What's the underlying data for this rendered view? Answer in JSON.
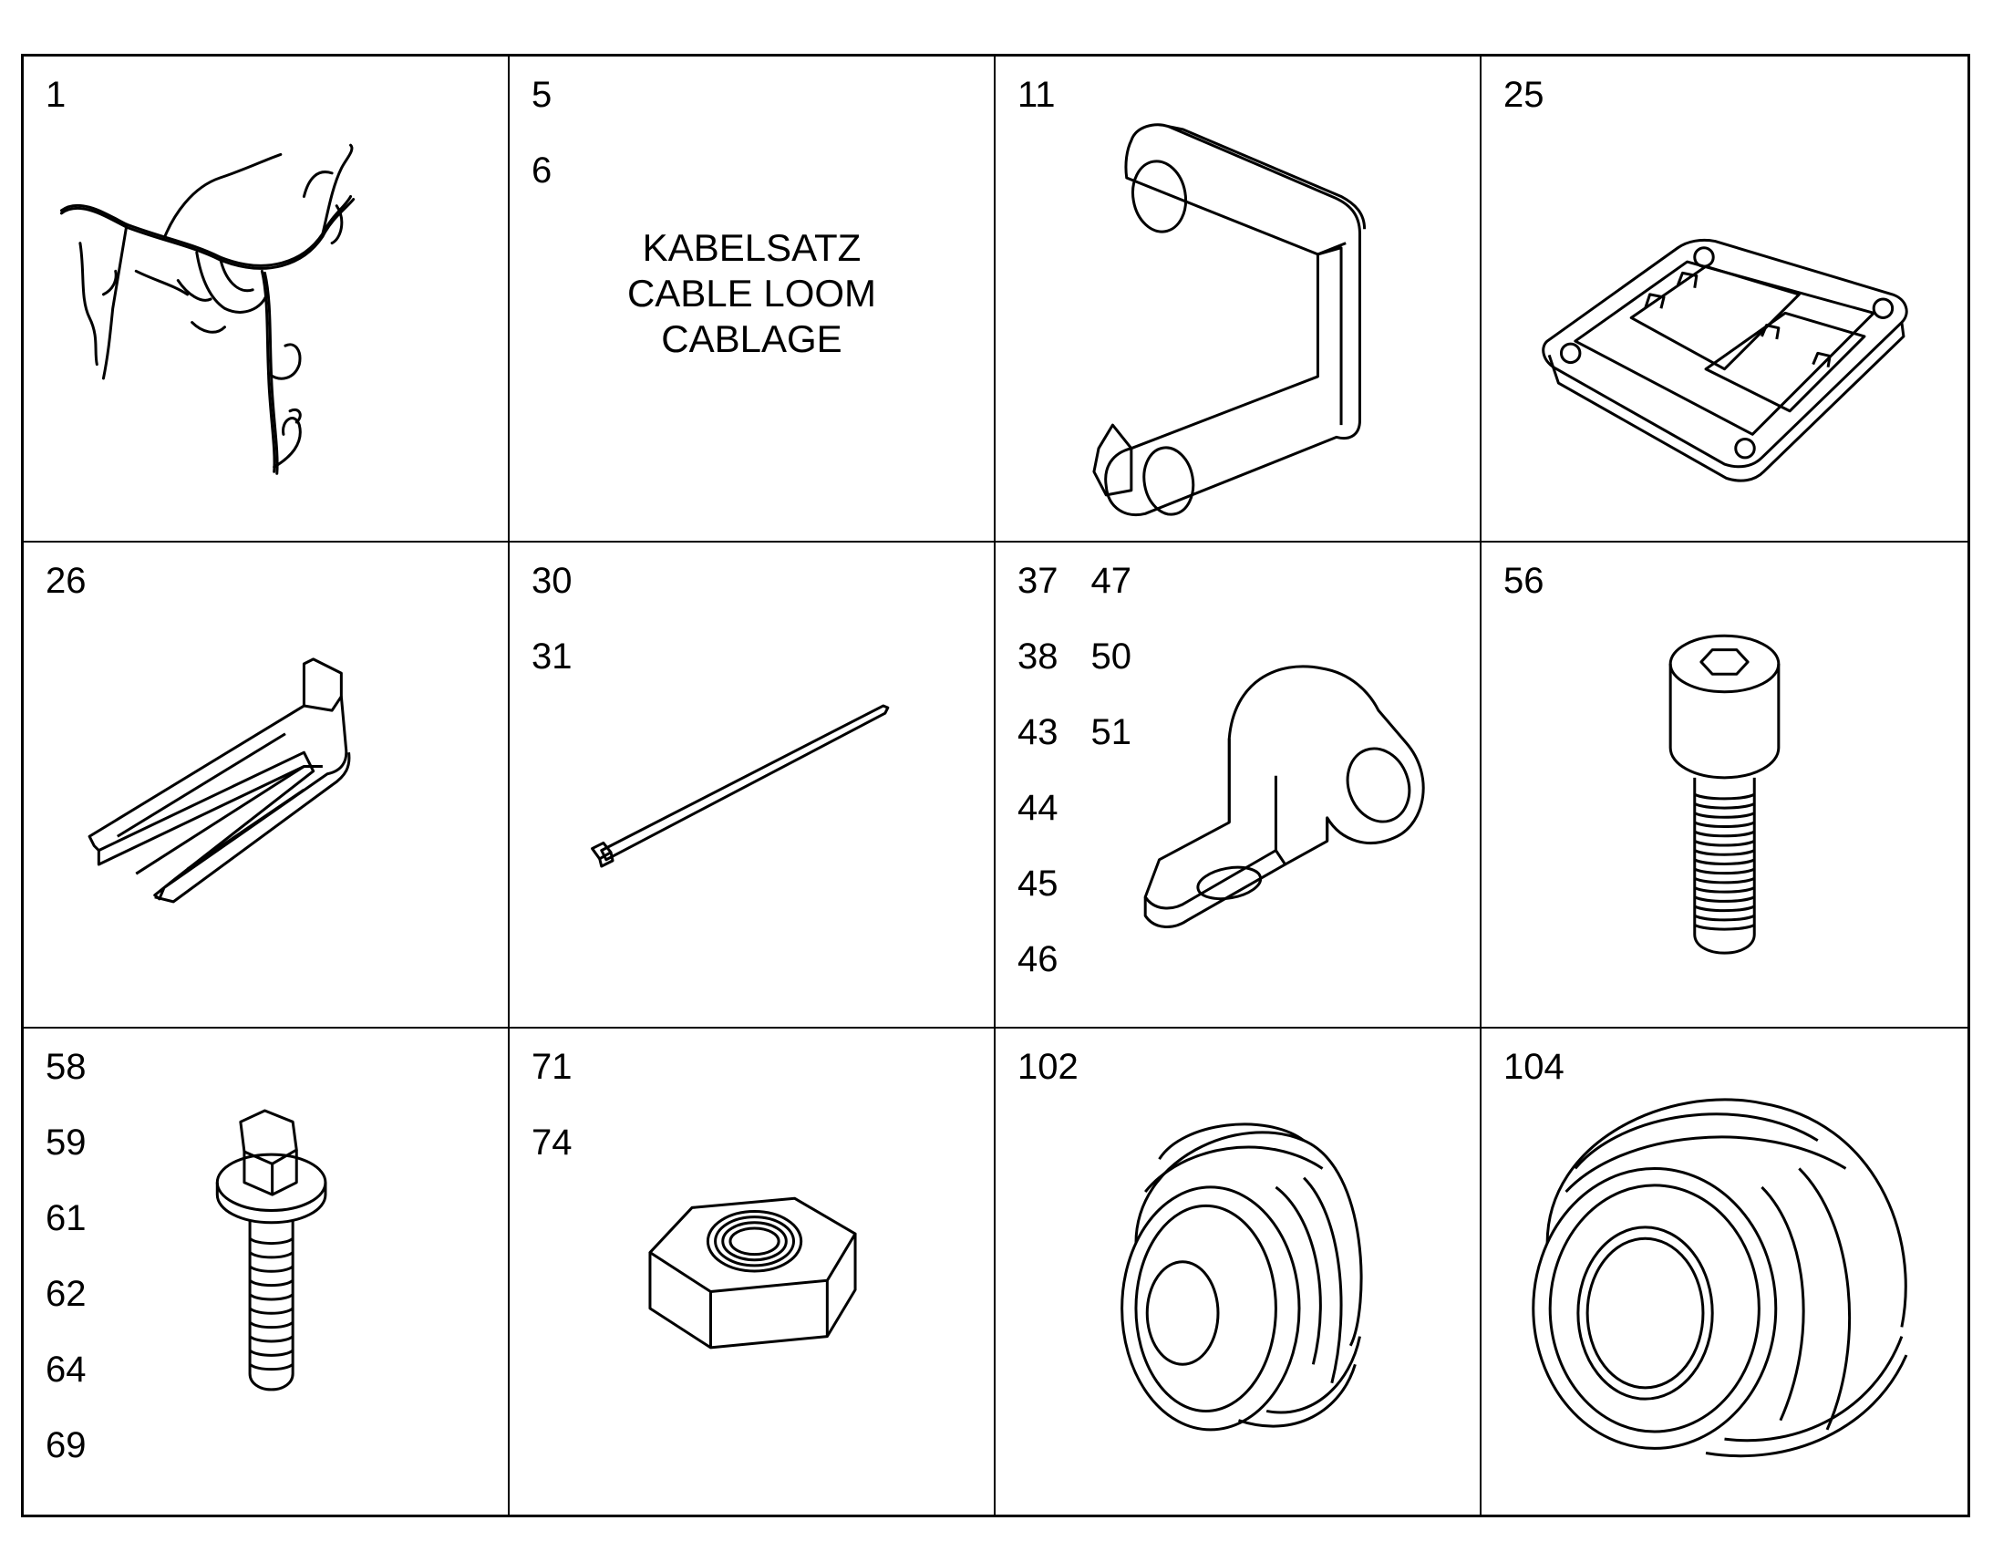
{
  "cells": [
    {
      "id": "c1",
      "labels": [
        "1"
      ],
      "part": "cable-harness"
    },
    {
      "id": "c2",
      "labels": [
        "5",
        "6"
      ],
      "part": "text-only",
      "text": [
        "KABELSATZ",
        "CABLE LOOM",
        "CABLAGE"
      ]
    },
    {
      "id": "c3",
      "labels": [
        "11"
      ],
      "part": "bracket"
    },
    {
      "id": "c4",
      "labels": [
        "25"
      ],
      "part": "connector-frame"
    },
    {
      "id": "c5",
      "labels": [
        "26"
      ],
      "part": "clip"
    },
    {
      "id": "c6",
      "labels": [
        "30",
        "31"
      ],
      "part": "cable-tie"
    },
    {
      "id": "c7",
      "labels": [
        "37",
        "38",
        "43",
        "44",
        "45",
        "46",
        "47",
        "50",
        "51"
      ],
      "part": "p-clamp"
    },
    {
      "id": "c8",
      "labels": [
        "56"
      ],
      "part": "socket-head-screw"
    },
    {
      "id": "c9",
      "labels": [
        "58",
        "59",
        "61",
        "62",
        "64",
        "69"
      ],
      "part": "flange-bolt"
    },
    {
      "id": "c10",
      "labels": [
        "71",
        "74"
      ],
      "part": "hex-nut"
    },
    {
      "id": "c11",
      "labels": [
        "102"
      ],
      "part": "grommet-small"
    },
    {
      "id": "c12",
      "labels": [
        "104"
      ],
      "part": "grommet-large"
    }
  ]
}
